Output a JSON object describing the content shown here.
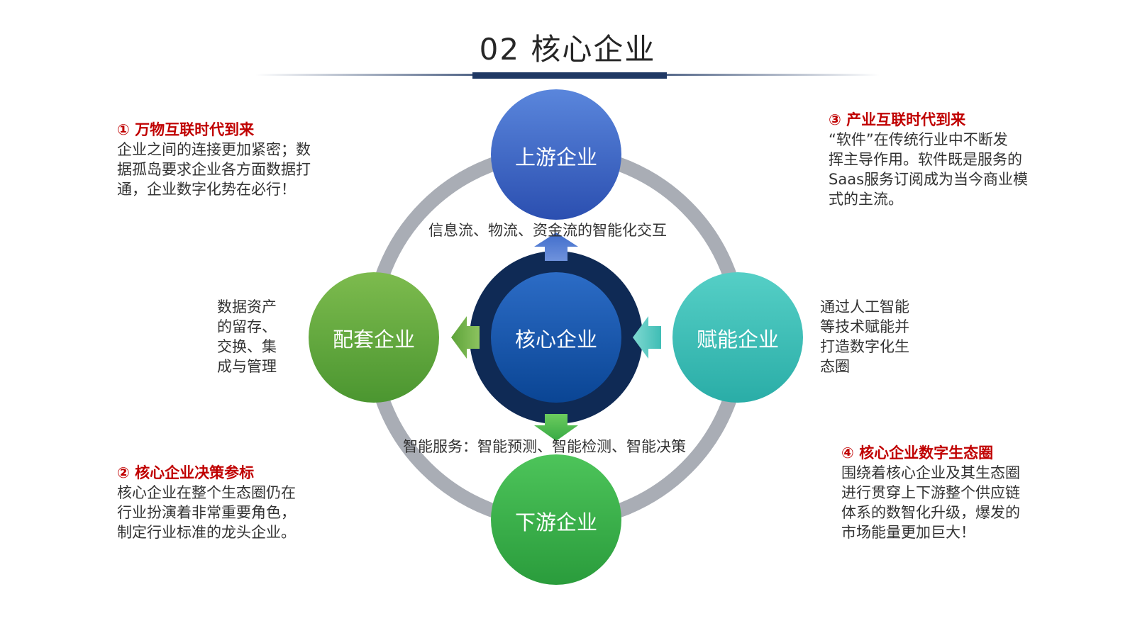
{
  "title": "02  核心企业",
  "nodes": {
    "center": "核心企业",
    "top": "上游企业",
    "bottom": "下游企业",
    "left": "配套企业",
    "right": "赋能企业"
  },
  "flows": {
    "top": "信息流、物流、资金流的智能化交互",
    "bottom": "智能服务：智能预测、智能检测、智能决策"
  },
  "left_note": [
    "数据资产",
    "的留存、",
    "交换、集",
    "成与管理"
  ],
  "right_note": [
    "通过人工智能",
    "等技术赋能并",
    "打造数字化生",
    "态圈"
  ],
  "blocks": [
    {
      "heading": "① 万物互联时代到来",
      "lines": [
        "企业之间的连接更加紧密；数",
        "据孤岛要求企业各方面数据打",
        "通，企业数字化势在必行！"
      ]
    },
    {
      "heading": "② 核心企业决策参标",
      "lines": [
        "核心企业在整个生态圈仍在",
        "行业扮演着非常重要角色，",
        "制定行业标准的龙头企业。"
      ]
    },
    {
      "heading": "③ 产业互联时代到来",
      "lines": [
        "“软件”在传统行业中不断发",
        "挥主导作用。软件既是服务的",
        "Saas服务订阅成为当今商业模",
        "式的主流。"
      ]
    },
    {
      "heading": "④ 核心企业数字生态圈",
      "lines": [
        "围绕着核心企业及其生态圈",
        "进行贯穿上下游整个供应链",
        "体系的数智化升级，爆发的",
        "市场能量更加巨大！"
      ]
    }
  ],
  "colors": {
    "accent": "#c00000",
    "navy": "#1f3864",
    "ring": "#a9adb5",
    "top_node": "#3a62c0",
    "bottom_node": "#38b04a",
    "left_node": "#5fa83a",
    "right_node": "#3cbdb6",
    "center_node": "#0f4fa8"
  }
}
